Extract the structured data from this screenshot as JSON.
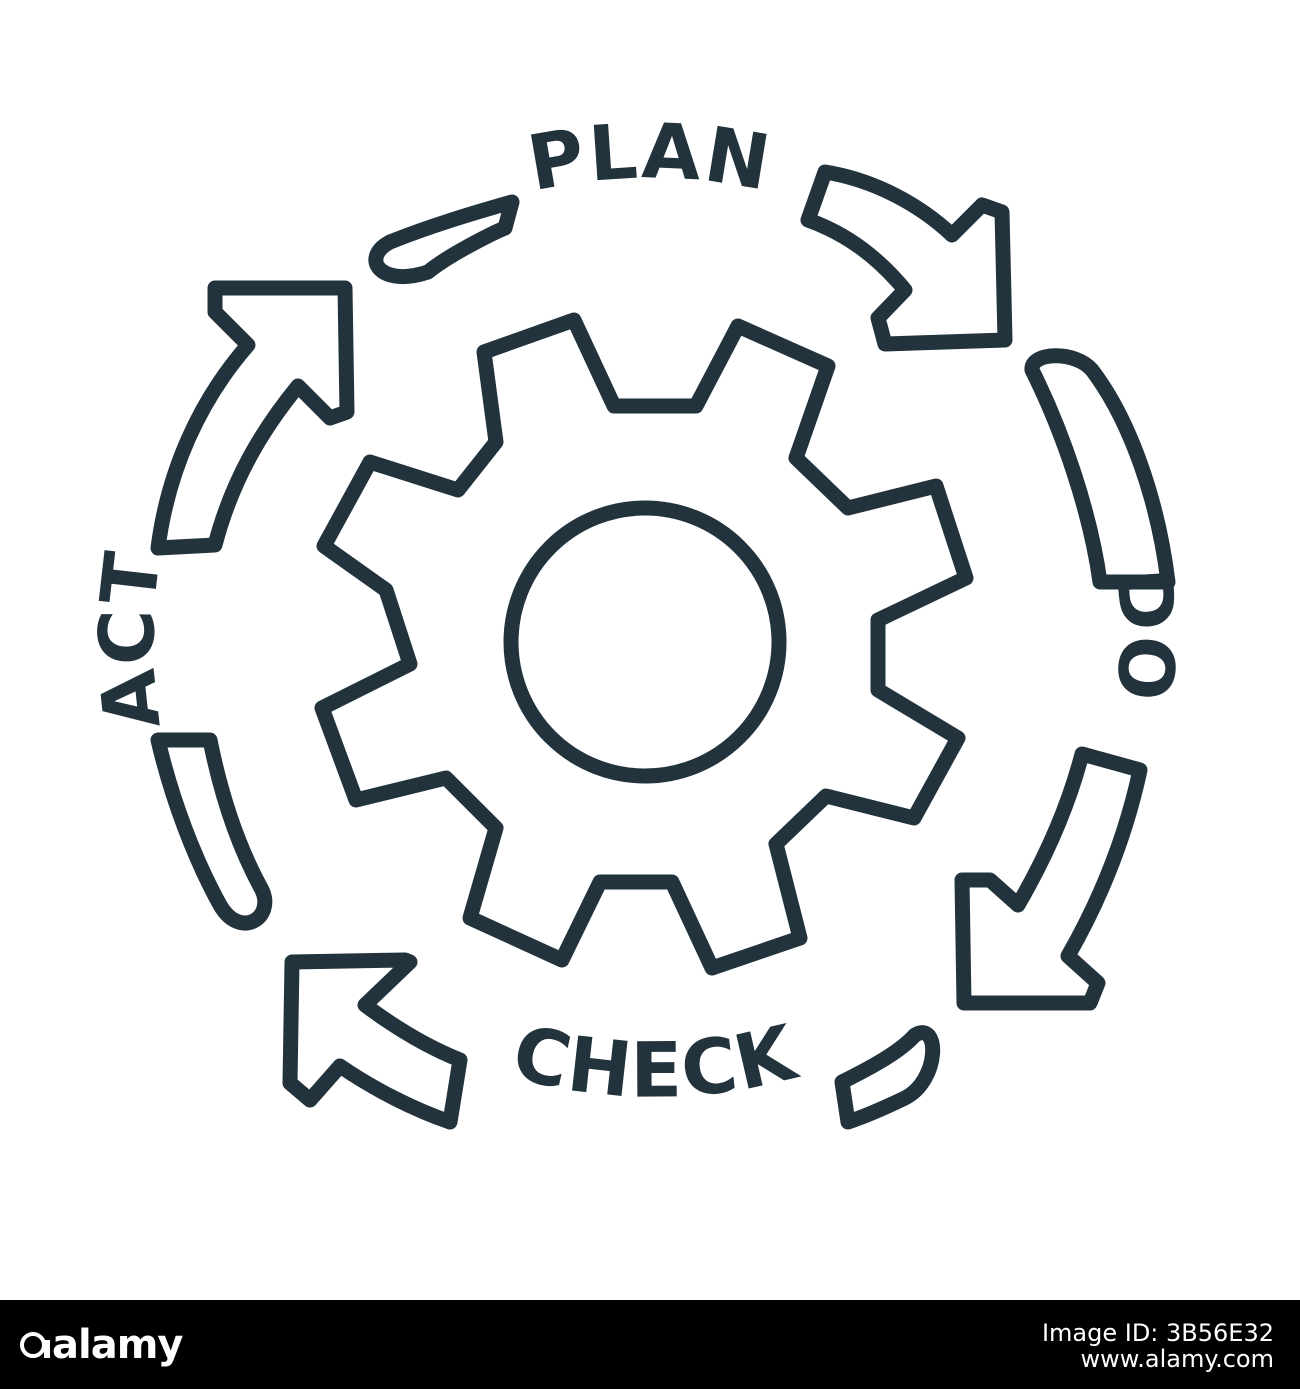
{
  "diagram": {
    "labels": {
      "plan": "PLAN",
      "do": "DO",
      "check": "CHECK",
      "act": "ACT"
    },
    "stroke_color": "#22333d",
    "center_icon": "gear-icon"
  },
  "footer": {
    "logo": "alamy",
    "image_id_text": "Image ID: 3B56E32",
    "site": "www.alamy.com"
  }
}
